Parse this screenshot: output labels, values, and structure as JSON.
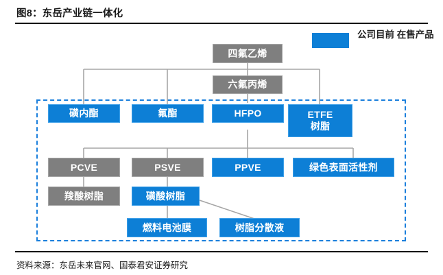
{
  "figure": {
    "title": "图8：东岳产业链一体化",
    "source": "资料来源：东岳未来官网、国泰君安证券研究"
  },
  "legend": {
    "swatch_color": "#0d7fd6",
    "line1": "公司目前",
    "line2": "在售产品"
  },
  "colors": {
    "blue_node": "#0d7fd6",
    "blue_node_border": "#3fa0e8",
    "gray_node": "#7f7f7f",
    "gray_node_border": "#a6a6a6",
    "dashed_border": "#1a7fdc",
    "connector": "#a6a6a6",
    "rule": "#000000"
  },
  "chart_data": {
    "type": "diagram",
    "title": "东岳产业链一体化",
    "nodes": [
      {
        "id": "tfe",
        "label": "四氟乙烯",
        "style": "gray",
        "row": 1
      },
      {
        "id": "hfp",
        "label": "六氟丙烯",
        "style": "gray",
        "row": 2
      },
      {
        "id": "sultone",
        "label": "磺内酯",
        "style": "blue",
        "row": 3
      },
      {
        "id": "fluoroester",
        "label": "氟酯",
        "style": "blue",
        "row": 3
      },
      {
        "id": "hfpo",
        "label": "HFPO",
        "style": "blue",
        "row": 3
      },
      {
        "id": "etfe",
        "label": "ETFE 树脂",
        "label_line1": "ETFE",
        "label_line2": "树脂",
        "style": "blue",
        "row": 3
      },
      {
        "id": "pcve",
        "label": "PCVE",
        "style": "gray",
        "row": 4
      },
      {
        "id": "psve",
        "label": "PSVE",
        "style": "gray",
        "row": 4
      },
      {
        "id": "ppve",
        "label": "PPVE",
        "style": "blue",
        "row": 4
      },
      {
        "id": "surfactant",
        "label": "绿色表面活性剂",
        "style": "blue",
        "row": 4
      },
      {
        "id": "carboxylic",
        "label": "羧酸树脂",
        "style": "gray",
        "row": 5
      },
      {
        "id": "sulfonic",
        "label": "磺酸树脂",
        "style": "blue",
        "row": 5
      },
      {
        "id": "fuelcell",
        "label": "燃料电池膜",
        "style": "blue",
        "row": 6
      },
      {
        "id": "dispersion",
        "label": "树脂分散液",
        "style": "blue",
        "row": 6
      }
    ],
    "edges": [
      {
        "from": "tfe",
        "to": "hfp"
      },
      {
        "from": "hfp",
        "to": "sultone"
      },
      {
        "from": "hfp",
        "to": "fluoroester"
      },
      {
        "from": "hfp",
        "to": "hfpo"
      },
      {
        "from": "hfpo",
        "to": "pcve"
      },
      {
        "from": "hfpo",
        "to": "psve"
      },
      {
        "from": "hfpo",
        "to": "ppve"
      },
      {
        "from": "hfpo",
        "to": "surfactant"
      },
      {
        "from": "pcve",
        "to": "carboxylic"
      },
      {
        "from": "psve",
        "to": "sulfonic"
      },
      {
        "from": "sulfonic",
        "to": "fuelcell"
      },
      {
        "from": "sulfonic",
        "to": "dispersion"
      }
    ],
    "legend": [
      {
        "color": "#0d7fd6",
        "label": "公司目前在售产品"
      }
    ]
  }
}
